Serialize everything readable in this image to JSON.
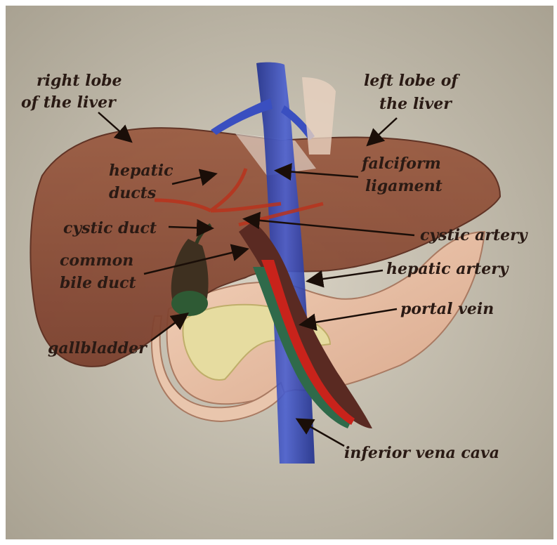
{
  "labels": {
    "right_lobe_line1": "right lobe",
    "right_lobe_line2": "of the liver",
    "left_lobe_line1": "left lobe of",
    "left_lobe_line2": "the liver",
    "hepatic_ducts_line1": "hepatic",
    "hepatic_ducts_line2": "ducts",
    "falciform_line1": "falciform",
    "falciform_line2": "ligament",
    "cystic_duct": "cystic duct",
    "cystic_artery": "cystic artery",
    "common_bile_line1": "common",
    "common_bile_line2": "bile duct",
    "hepatic_artery": "hepatic artery",
    "portal_vein": "portal vein",
    "gallbladder": "gallbladder",
    "inferior_vena_cava": "inferior vena cava"
  },
  "colors": {
    "background": "#c9c2b4",
    "liver": "#8a4a34",
    "vena_cava": "#2c3fb0",
    "artery": "#c8231b",
    "portal_vein": "#5a2a22",
    "bile_duct": "#2f6a4a",
    "stomach": "#e8c0a4",
    "pancreas": "#e6dca0",
    "gallbladder": "#2e5a34",
    "label_text": "#2a1a14"
  }
}
